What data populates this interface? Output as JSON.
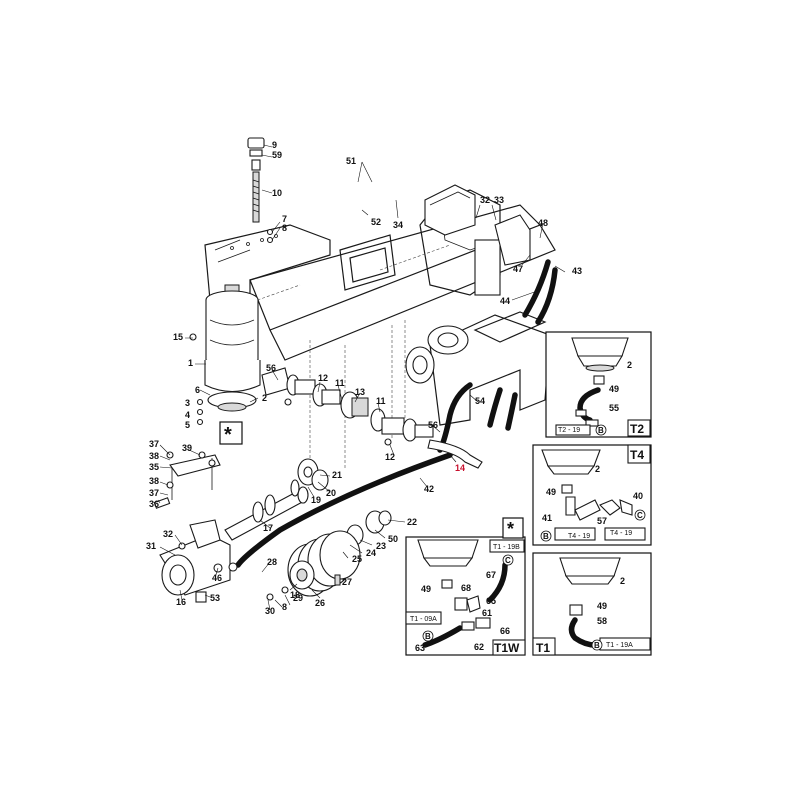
{
  "labels": [
    {
      "id": "9",
      "text": "9"
    },
    {
      "id": "59",
      "text": "59"
    },
    {
      "id": "10",
      "text": "10"
    },
    {
      "id": "7",
      "text": "7"
    },
    {
      "id": "8a",
      "text": "8"
    },
    {
      "id": "51",
      "text": "51"
    },
    {
      "id": "52",
      "text": "52"
    },
    {
      "id": "34",
      "text": "34"
    },
    {
      "id": "32a",
      "text": "32"
    },
    {
      "id": "33",
      "text": "33"
    },
    {
      "id": "48",
      "text": "48"
    },
    {
      "id": "47",
      "text": "47"
    },
    {
      "id": "43",
      "text": "43"
    },
    {
      "id": "44",
      "text": "44"
    },
    {
      "id": "15",
      "text": "15"
    },
    {
      "id": "1",
      "text": "1"
    },
    {
      "id": "56a",
      "text": "56"
    },
    {
      "id": "12a",
      "text": "12"
    },
    {
      "id": "11a",
      "text": "11"
    },
    {
      "id": "13",
      "text": "13"
    },
    {
      "id": "6",
      "text": "6"
    },
    {
      "id": "2a",
      "text": "2"
    },
    {
      "id": "3",
      "text": "3"
    },
    {
      "id": "4",
      "text": "4"
    },
    {
      "id": "5",
      "text": "5"
    },
    {
      "id": "11b",
      "text": "11"
    },
    {
      "id": "54",
      "text": "54"
    },
    {
      "id": "56b",
      "text": "56"
    },
    {
      "id": "12b",
      "text": "12"
    },
    {
      "id": "14",
      "text": "14"
    },
    {
      "id": "42",
      "text": "42"
    },
    {
      "id": "37a",
      "text": "37"
    },
    {
      "id": "39",
      "text": "39"
    },
    {
      "id": "38a",
      "text": "38"
    },
    {
      "id": "35",
      "text": "35"
    },
    {
      "id": "38b",
      "text": "38"
    },
    {
      "id": "37b",
      "text": "37"
    },
    {
      "id": "36",
      "text": "36"
    },
    {
      "id": "21",
      "text": "21"
    },
    {
      "id": "19",
      "text": "19"
    },
    {
      "id": "20",
      "text": "20"
    },
    {
      "id": "22",
      "text": "22"
    },
    {
      "id": "17",
      "text": "17"
    },
    {
      "id": "32b",
      "text": "32"
    },
    {
      "id": "31",
      "text": "31"
    },
    {
      "id": "50",
      "text": "50"
    },
    {
      "id": "23",
      "text": "23"
    },
    {
      "id": "24",
      "text": "24"
    },
    {
      "id": "25",
      "text": "25"
    },
    {
      "id": "46",
      "text": "46"
    },
    {
      "id": "28",
      "text": "28"
    },
    {
      "id": "27",
      "text": "27"
    },
    {
      "id": "16",
      "text": "16"
    },
    {
      "id": "53",
      "text": "53"
    },
    {
      "id": "18",
      "text": "18"
    },
    {
      "id": "26",
      "text": "26"
    },
    {
      "id": "29",
      "text": "29"
    },
    {
      "id": "8b",
      "text": "8"
    },
    {
      "id": "30",
      "text": "30"
    }
  ],
  "panels": {
    "t2": {
      "tag": "T2",
      "labels": [
        "2",
        "49",
        "55"
      ],
      "ref": "T2 - 19",
      "circle": "B"
    },
    "t4": {
      "tag": "T4",
      "labels": [
        "2",
        "49",
        "40",
        "41",
        "57"
      ],
      "ref1": "T4 - 19",
      "ref2": "T4 - 19",
      "circle1": "B",
      "circle2": "C"
    },
    "t1w": {
      "tag": "T1W",
      "star": "*",
      "labels": [
        "49",
        "68",
        "67",
        "65",
        "61",
        "62",
        "63",
        "66"
      ],
      "ref1": "T1 - 19B",
      "ref2": "T1 - 09A",
      "circle1": "C",
      "circle2": "B"
    },
    "t1": {
      "tag": "T1",
      "labels": [
        "2",
        "49",
        "58"
      ],
      "ref": "T1 - 19A",
      "circle": "B"
    }
  },
  "main_star": "*",
  "colors": {
    "ink": "#111111",
    "highlight": "#c8102e",
    "shade": "#d9d9d9"
  }
}
